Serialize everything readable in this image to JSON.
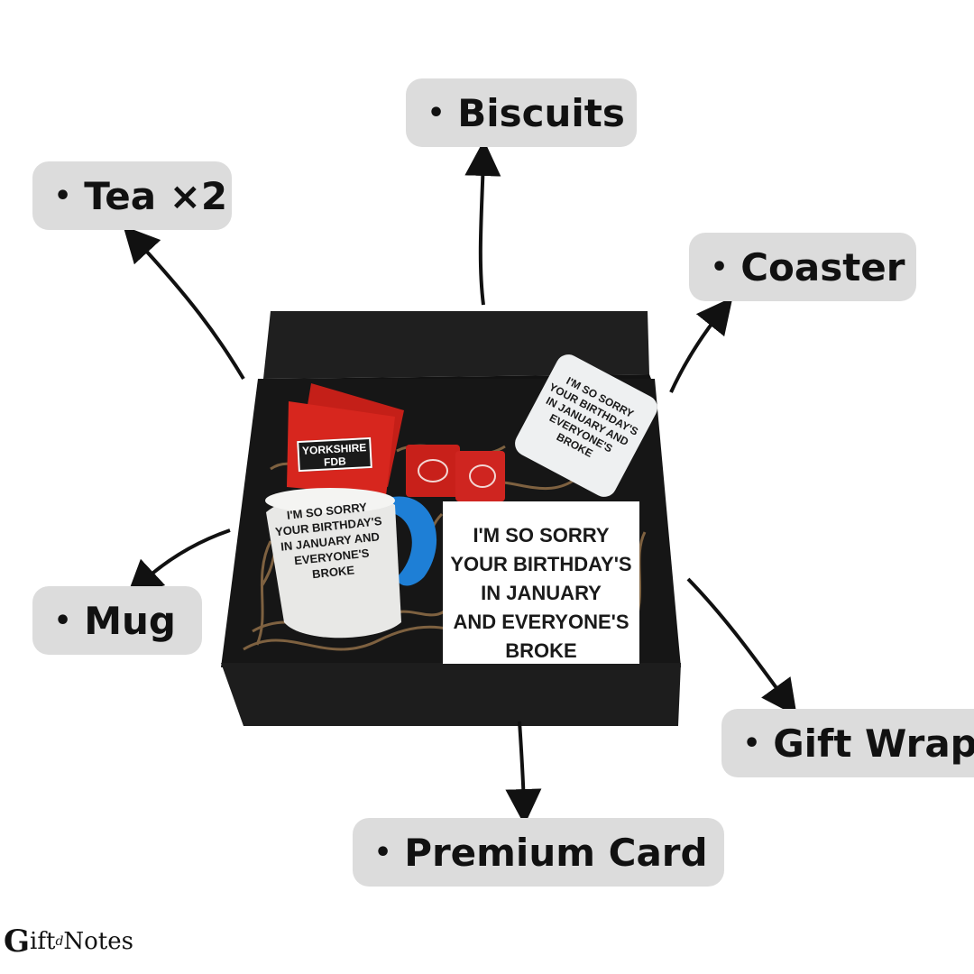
{
  "labels": {
    "biscuits": "Biscuits",
    "tea": "Tea ×2",
    "coaster": "Coaster",
    "mug": "Mug",
    "gift_wrap": "Gift Wrap",
    "premium_card": "Premium Card"
  },
  "bullet": "•",
  "products": {
    "card_text": "I'M SO SORRY\nYOUR BIRTHDAY'S\nIN JANUARY\nAND EVERYONE'S\nBROKE",
    "mug_text": "I'M SO SORRY\nYOUR BIRTHDAY'S\nIN JANUARY AND\nEVERYONE'S\nBROKE",
    "coaster_text": "I'M SO SORRY\nYOUR BIRTHDAY'S\nIN JANUARY AND\nEVERYONE'S\nBROKE",
    "tea_brand": "YORKSHIRE\nFDB"
  },
  "logo": {
    "mark": "G",
    "text": "ift",
    "small": "d",
    "text2": "Notes"
  },
  "colors": {
    "label_bg": "#dcdcdc",
    "box": "#1b1b1b",
    "tea_red": "#d7261e",
    "mug_accent": "#1e7fd6",
    "straw": "#8a6a45"
  }
}
